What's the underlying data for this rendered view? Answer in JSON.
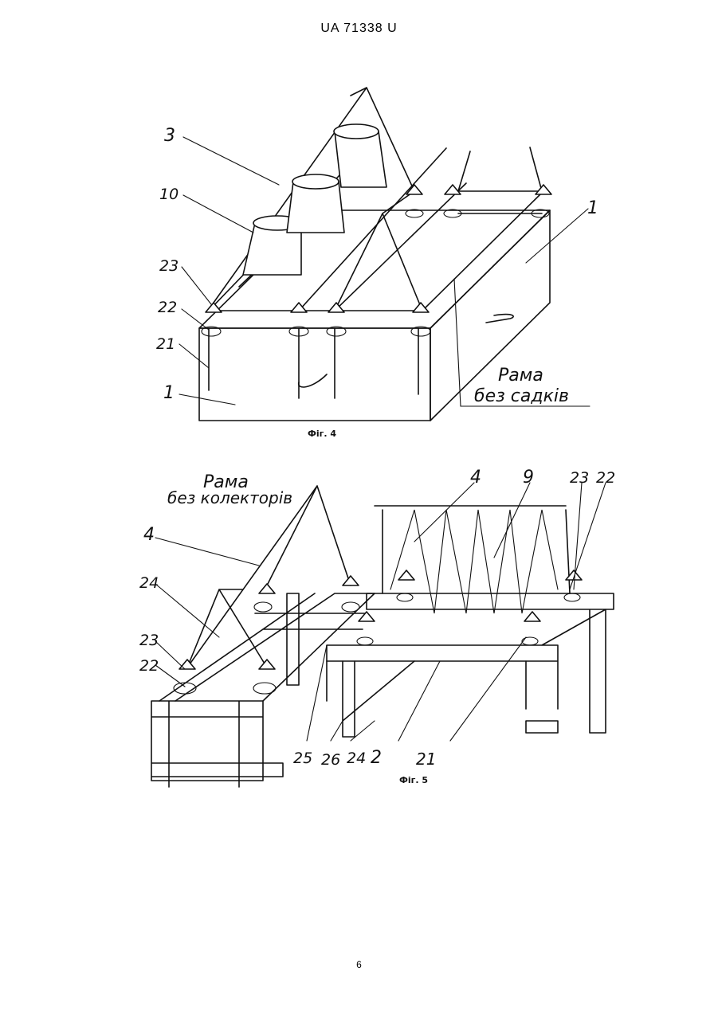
{
  "document": {
    "header": "UA   71338   U",
    "page_number": "6"
  },
  "figure4": {
    "caption": "Фіг. 4",
    "labels": {
      "l3": "3",
      "l10": "10",
      "l23": "23",
      "l22": "22",
      "l21": "21",
      "l1_left": "1",
      "l1_right": "1"
    },
    "annotation_line1": "Рама",
    "annotation_line2": "без садків"
  },
  "figure5": {
    "caption": "Фіг. 5",
    "annotation_line1": "Рама",
    "annotation_line2": "без колекторів",
    "labels": {
      "l4_left": "4",
      "l24_left": "24",
      "l23_left": "23",
      "l22_left": "22",
      "l4_top": "4",
      "l9": "9",
      "l23_right": "23",
      "l22_right": "22",
      "l25": "25",
      "l26": "26",
      "l24_bottom": "24",
      "l2": "2",
      "l21": "21"
    }
  }
}
